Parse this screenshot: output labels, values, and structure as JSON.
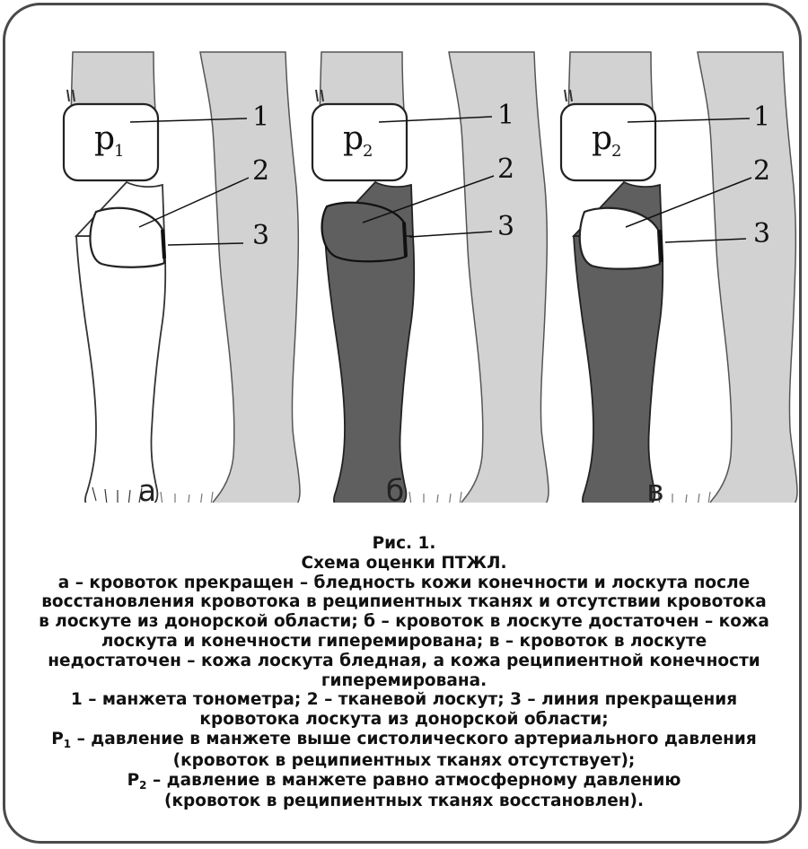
{
  "panels": [
    {
      "letter": "а",
      "cuff_label": "p",
      "cuff_sub": "1"
    },
    {
      "letter": "б",
      "cuff_label": "p",
      "cuff_sub": "2"
    },
    {
      "letter": "в",
      "cuff_label": "p",
      "cuff_sub": "2"
    }
  ],
  "callouts": [
    "1",
    "2",
    "3"
  ],
  "caption": {
    "title": "Рис. 1.",
    "subtitle": "Схема оценки ПТЖЛ.",
    "desc_lines": [
      "а – кровоток прекращен – бледность кожи конечности и лоскута после",
      "восстановления кровотока в реципиентных тканях и отсутствии кровотока",
      "в лоскуте из донорской области; б – кровоток в лоскуте достаточен – кожа",
      "лоскута и конечности гиперемирована; в – кровоток в лоскуте",
      "недостаточен – кожа лоскута бледная, а кожа реципиентной конечности",
      "гиперемирована.",
      "1 – манжета тонометра; 2 – тканевой лоскут; 3 – линия прекращения",
      "кровотока лоскута из донорской области;"
    ],
    "p1_prefix": "Р",
    "p1_sub": "1",
    "p1_line1": " – давление в манжете выше систолического артериального давления",
    "p1_line2": "(кровоток в реципиентных тканях отсутствует);",
    "p2_prefix": "Р",
    "p2_sub": "2",
    "p2_line1": " – давление в манжете равно атмосферному давлению",
    "p2_line2": "(кровоток в реципиентных тканях восстановлен)."
  },
  "colors": {
    "frame": "#4a4a4a",
    "donor_leg": "#d2d2d2",
    "pale_skin": "#ffffff",
    "hyperemic_skin": "#5f5f5f",
    "cuff": "#ffffff"
  }
}
